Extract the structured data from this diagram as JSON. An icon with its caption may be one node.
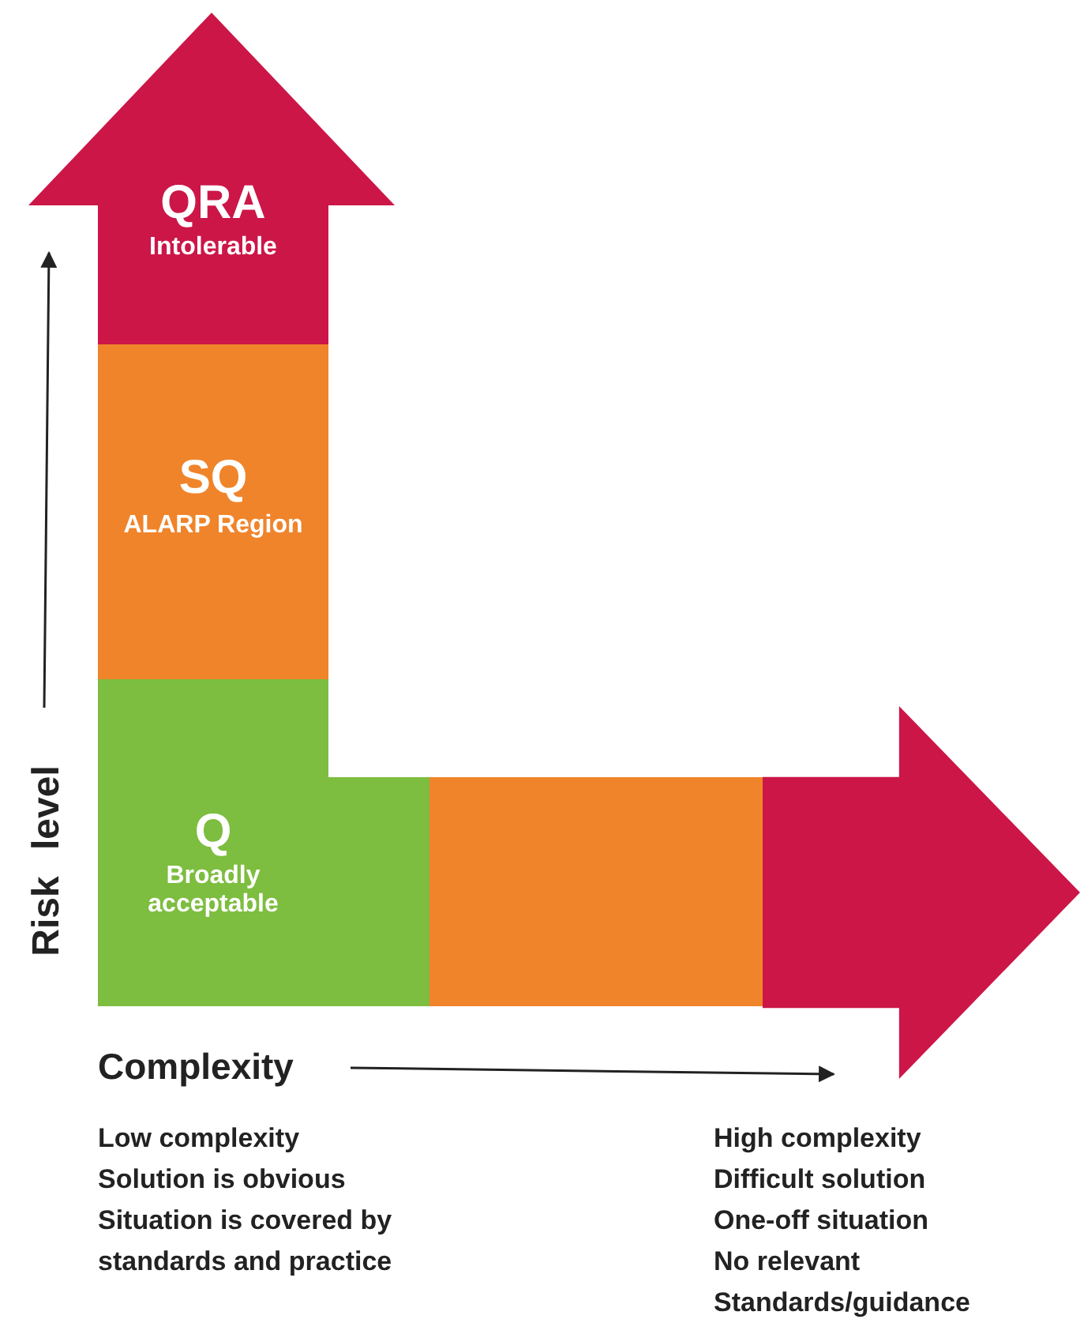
{
  "diagram": {
    "nodes": [
      {
        "text": [
          "QRA",
          "Intolerable"
        ]
      },
      {
        "text": [
          "SQ",
          "ALARP Region"
        ]
      },
      {
        "text": [
          "Q",
          "Broadly acceptable"
        ]
      },
      {
        "text": [],
        "shape": "box"
      },
      {
        "text": [],
        "shape": "arrow"
      }
    ],
    "labels": [
      "Risk level",
      "Complexity",
      "Low complexity",
      "Solution is obvious",
      "Situation is covered by standards and practice",
      "High complexity",
      "Difficult solution",
      "One-off situation",
      "No relevant Standards/guidance"
    ]
  }
}
